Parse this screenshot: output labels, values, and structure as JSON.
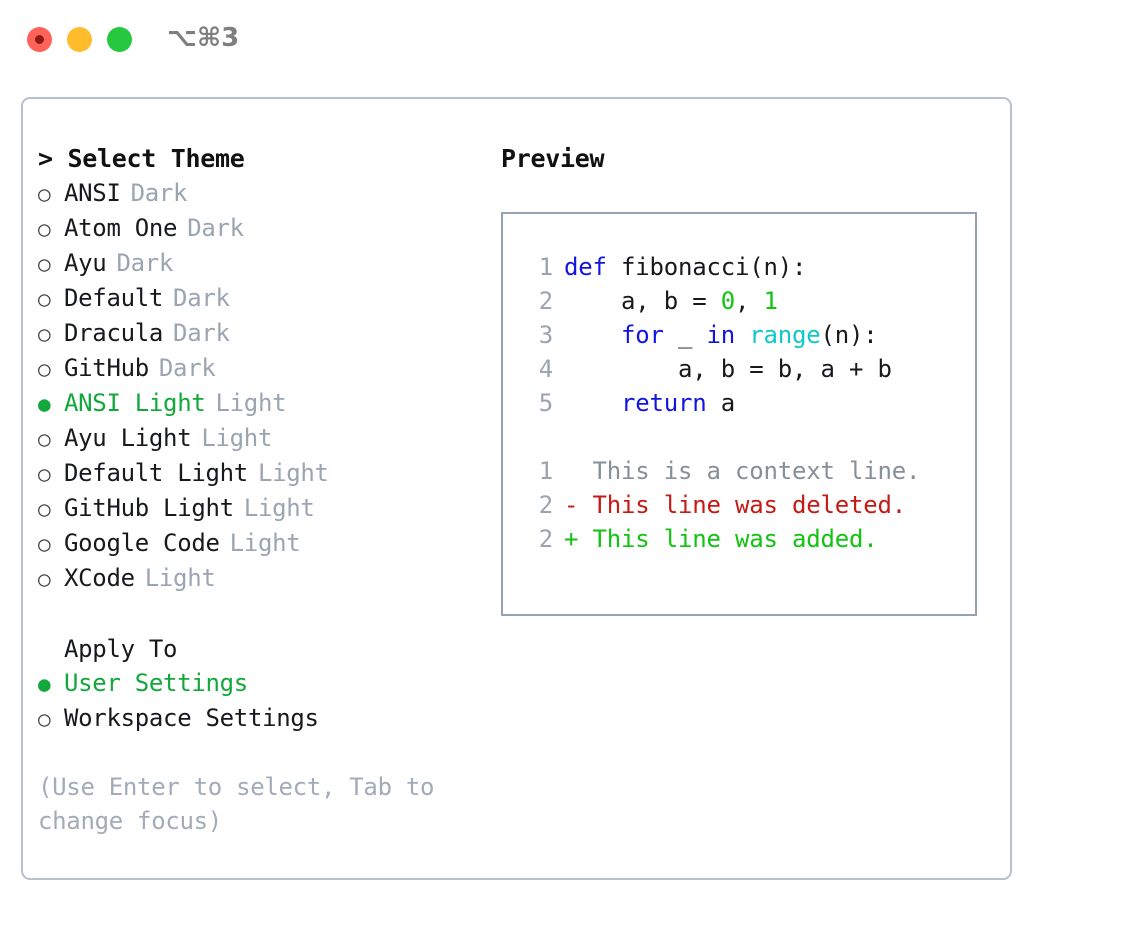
{
  "titlebar": {
    "shortcut": "⌥⌘3",
    "close_label": "close",
    "minimize_label": "minimize",
    "maximize_label": "maximize"
  },
  "theme_list": {
    "header": "> Select Theme",
    "items": [
      {
        "bullet": "○",
        "name": "ANSI",
        "kind": "Dark",
        "selected": false
      },
      {
        "bullet": "○",
        "name": "Atom One",
        "kind": "Dark",
        "selected": false
      },
      {
        "bullet": "○",
        "name": "Ayu",
        "kind": "Dark",
        "selected": false
      },
      {
        "bullet": "○",
        "name": "Default",
        "kind": "Dark",
        "selected": false
      },
      {
        "bullet": "○",
        "name": "Dracula",
        "kind": "Dark",
        "selected": false
      },
      {
        "bullet": "○",
        "name": "GitHub",
        "kind": "Dark",
        "selected": false
      },
      {
        "bullet": "●",
        "name": "ANSI Light",
        "kind": "Light",
        "selected": true
      },
      {
        "bullet": "○",
        "name": "Ayu Light",
        "kind": "Light",
        "selected": false
      },
      {
        "bullet": "○",
        "name": "Default Light",
        "kind": "Light",
        "selected": false
      },
      {
        "bullet": "○",
        "name": "GitHub Light",
        "kind": "Light",
        "selected": false
      },
      {
        "bullet": "○",
        "name": "Google Code",
        "kind": "Light",
        "selected": false
      },
      {
        "bullet": "○",
        "name": "XCode",
        "kind": "Light",
        "selected": false
      }
    ]
  },
  "apply_to": {
    "title": "Apply To",
    "items": [
      {
        "bullet": "●",
        "name": "User Settings",
        "selected": true
      },
      {
        "bullet": "○",
        "name": "Workspace Settings",
        "selected": false
      }
    ]
  },
  "hint": "(Use Enter to select, Tab to change focus)",
  "preview": {
    "title": "Preview",
    "code_lines": [
      {
        "no": "1",
        "tokens": [
          {
            "t": "def ",
            "c": "kw"
          },
          {
            "t": "fibonacci(n):",
            "c": "fn"
          }
        ]
      },
      {
        "no": "2",
        "tokens": [
          {
            "t": "    a, b = ",
            "c": "plain"
          },
          {
            "t": "0",
            "c": "num"
          },
          {
            "t": ", ",
            "c": "plain"
          },
          {
            "t": "1",
            "c": "num"
          }
        ]
      },
      {
        "no": "3",
        "tokens": [
          {
            "t": "    ",
            "c": "plain"
          },
          {
            "t": "for",
            "c": "kw"
          },
          {
            "t": " _ ",
            "c": "plain"
          },
          {
            "t": "in",
            "c": "kw"
          },
          {
            "t": " ",
            "c": "plain"
          },
          {
            "t": "range",
            "c": "builtin"
          },
          {
            "t": "(n):",
            "c": "plain"
          }
        ]
      },
      {
        "no": "4",
        "tokens": [
          {
            "t": "        a, b = b, a + b",
            "c": "plain"
          }
        ]
      },
      {
        "no": "5",
        "tokens": [
          {
            "t": "    ",
            "c": "plain"
          },
          {
            "t": "return",
            "c": "kw"
          },
          {
            "t": " a",
            "c": "plain"
          }
        ]
      }
    ],
    "diff_lines": [
      {
        "no": "1",
        "marker": "  ",
        "text": "This is a context line.",
        "c": "ctx"
      },
      {
        "no": "2",
        "marker": "- ",
        "text": "This line was deleted.",
        "c": "del"
      },
      {
        "no": "2",
        "marker": "+ ",
        "text": "This line was added.",
        "c": "add"
      }
    ]
  },
  "colors": {
    "accent_green": "#12a83c",
    "muted": "#9ba5b2",
    "keyword_blue": "#1414e0",
    "builtin_cyan": "#0dc9c9",
    "number_green": "#12c312",
    "diff_delete": "#c41b16",
    "diff_add": "#12c312",
    "border": "#b9c1cc",
    "preview_border": "#96a2b1",
    "traffic_red": "#ff6259",
    "traffic_amber": "#ffbd2e",
    "traffic_green": "#27c83f"
  }
}
